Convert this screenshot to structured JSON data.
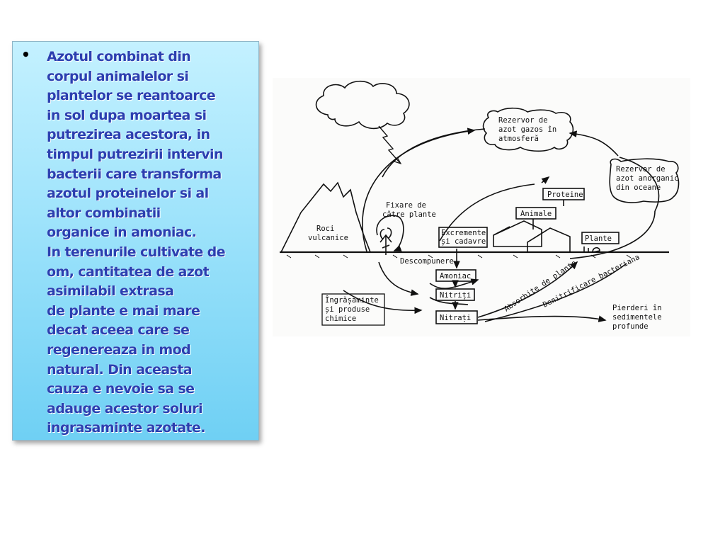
{
  "slide": {
    "bullet_symbol": "•",
    "text_lines": [
      "Azotul combinat din",
      "corpul animalelor si",
      "plantelor se reantoarce",
      "in sol dupa moartea si",
      "putrezirea acestora, in",
      "timpul putrezirii intervin",
      "bacterii care transforma",
      "azotul proteinelor si al",
      "altor combinatii",
      "organice in amoniac.",
      "In terenurile cultivate de",
      "om, cantitatea de azot",
      "asimilabil extrasa",
      "de plante e mai mare",
      "decat aceea care se",
      "regenereaza in mod",
      "natural. Din aceasta",
      "cauza e nevoie sa se",
      "adauge acestor soluri",
      "ingrasaminte azotate."
    ]
  },
  "diagram": {
    "labels": {
      "rezervor_atm": [
        "Rezervor de",
        "azot gazos în",
        "atmosferă"
      ],
      "rezervor_ocean": [
        "Rezervor de",
        "azot anorganic",
        "din oceane"
      ],
      "fixare": [
        "Fixare de",
        "către plante"
      ],
      "roci": [
        "Roci",
        "vulcanice"
      ],
      "proteine": "Proteine",
      "animale": "Animale",
      "excremente": [
        "Excremente",
        "și cadavre"
      ],
      "plante": "Plante",
      "descompunere": "Descompunere",
      "amoniac": "Amoniac",
      "nitriti": "Nitriți",
      "nitrati": "Nitrați",
      "ingrasaminte": [
        "Îngrășăminte",
        "și produse",
        "chimice"
      ],
      "absorbite": "Absorbite de plante",
      "denitrificare": "Denitrificare bacteriana",
      "pierderi": [
        "Pierderi în",
        "sedimentele",
        "profunde"
      ]
    }
  }
}
